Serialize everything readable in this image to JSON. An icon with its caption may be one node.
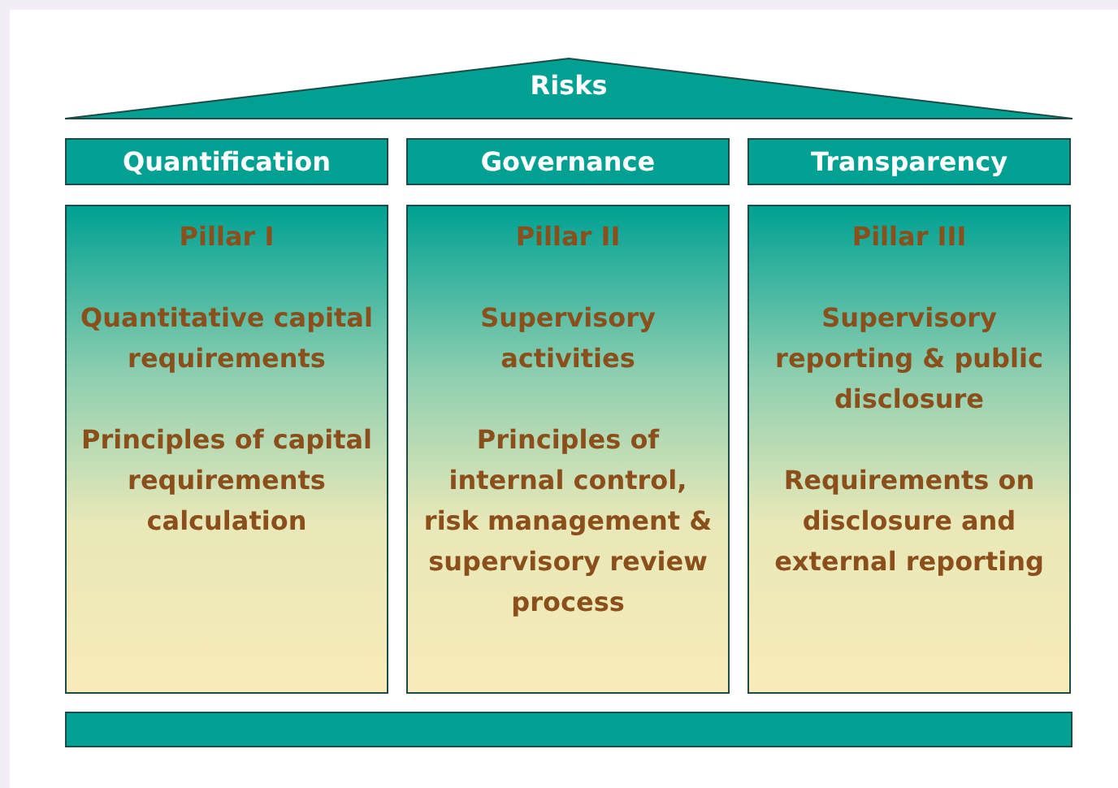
{
  "diagram": {
    "nodes": [
      {
        "text": [
          "Risks"
        ]
      },
      {
        "text": [
          "Quantification"
        ]
      },
      {
        "text": [
          "Governance"
        ]
      },
      {
        "text": [
          "Transparency"
        ]
      },
      {
        "text": [
          "Pillar I",
          "Quantitative capital requirements",
          "Principles of capital requirements calculation"
        ]
      },
      {
        "text": [
          "Pillar II",
          "Supervisory activities",
          "Principles of internal control, risk management & supervisory review process"
        ]
      },
      {
        "text": [
          "Pillar III",
          "Supervisory reporting & public disclosure",
          "Requirements on disclosure and external reporting"
        ]
      },
      {
        "text": [],
        "shape": "bar"
      }
    ]
  }
}
